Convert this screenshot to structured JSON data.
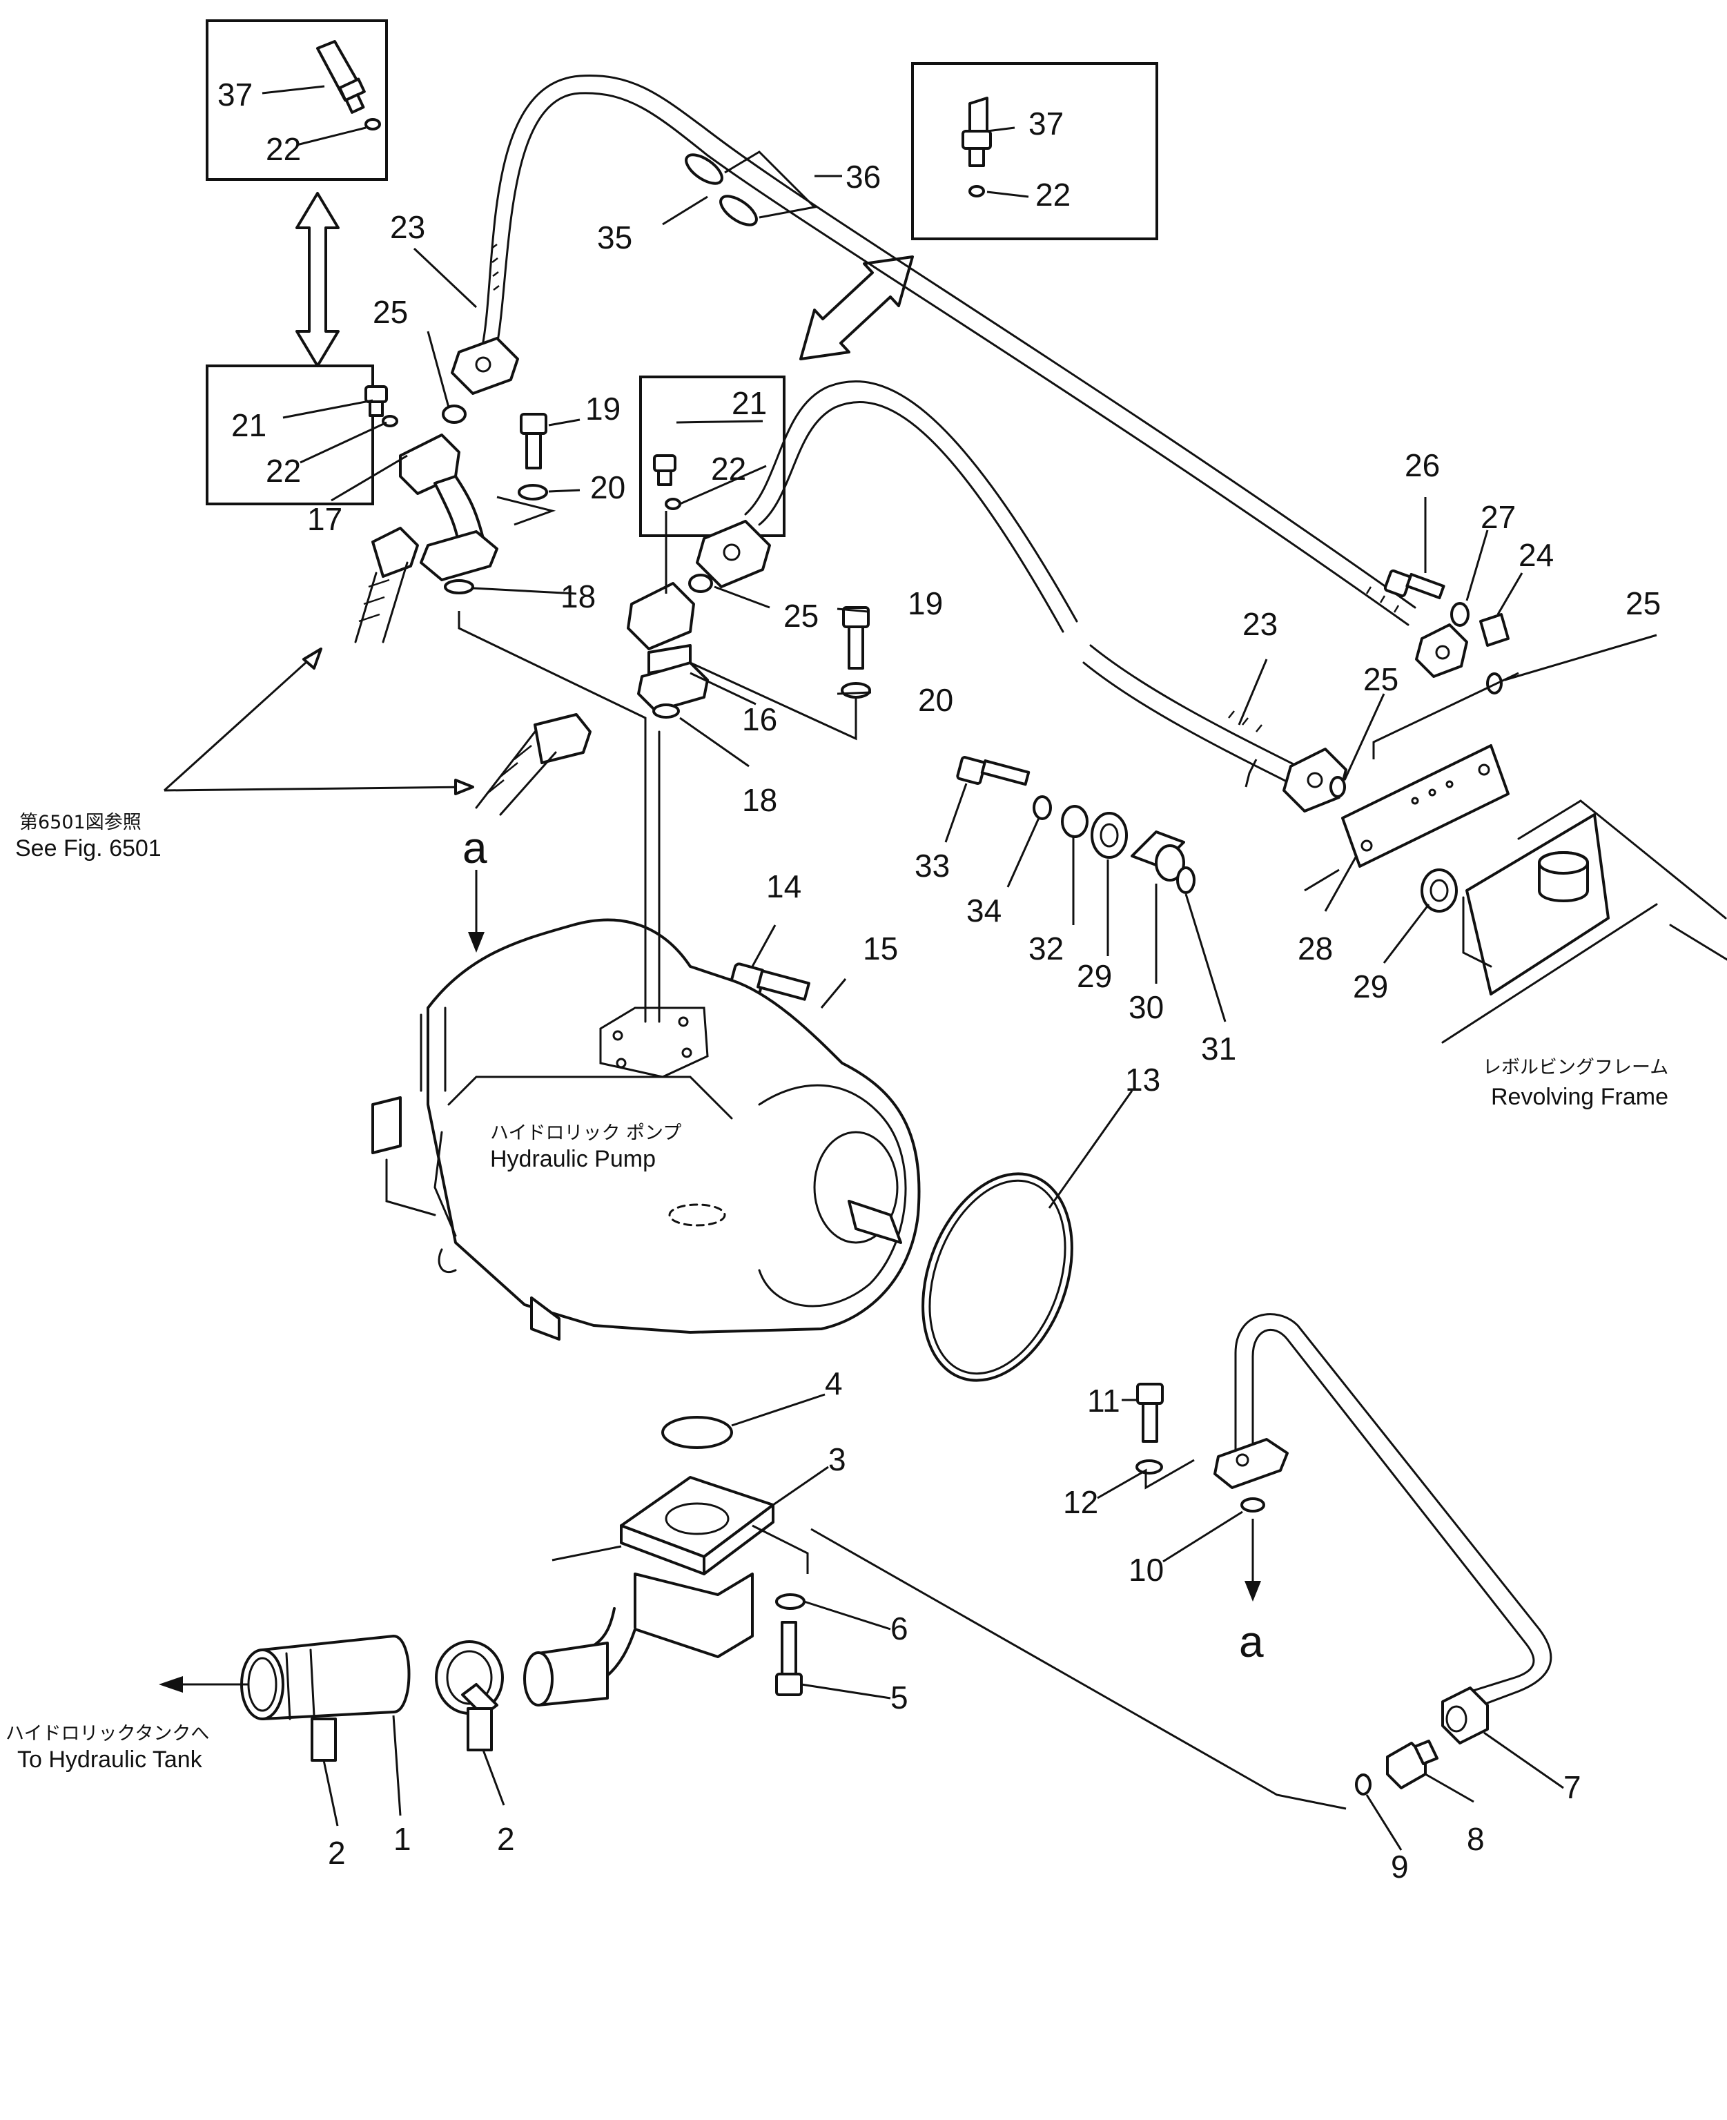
{
  "diagram": {
    "labels": {
      "see_fig_jp": "第6501図参照",
      "see_fig_en": "See Fig. 6501",
      "pump_jp": "ハイドロリック ポンプ",
      "pump_en": "Hydraulic Pump",
      "frame_jp": "レボルビングフレーム",
      "frame_en": "Revolving Frame",
      "tank_jp": "ハイドロリックタンクへ",
      "tank_en": "To Hydraulic Tank",
      "view_a_top": "a",
      "view_a_bottom": "a"
    },
    "part_numbers": {
      "p37a": "37",
      "p22a": "22",
      "p37b": "37",
      "p22b": "22",
      "p36": "36",
      "p35": "35",
      "p23a": "23",
      "p25a": "25",
      "p21a": "21",
      "p22c": "22",
      "p17": "17",
      "p19a": "19",
      "p20a": "20",
      "p18a": "18",
      "p21b": "21",
      "p22d": "22",
      "p25b": "25",
      "p19b": "19",
      "p20b": "20",
      "p16": "16",
      "p18b": "18",
      "p26": "26",
      "p27": "27",
      "p24": "24",
      "p25c": "25",
      "p25d": "25",
      "p23b": "23",
      "p33": "33",
      "p34": "34",
      "p32": "32",
      "p29a": "29",
      "p30": "30",
      "p31": "31",
      "p28": "28",
      "p29b": "29",
      "p14": "14",
      "p15": "15",
      "p13": "13",
      "p4": "4",
      "p3": "3",
      "p6": "6",
      "p5": "5",
      "p11": "11",
      "p12": "12",
      "p10": "10",
      "p7": "7",
      "p8": "8",
      "p9": "9",
      "p2a": "2",
      "p1": "1",
      "p2b": "2"
    }
  }
}
